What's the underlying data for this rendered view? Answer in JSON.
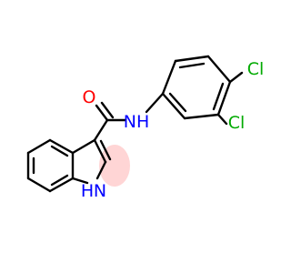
{
  "molecule": {
    "atom_labels": {
      "oxygen": "O",
      "amide_nh": "NH",
      "cl_top": "Cl",
      "cl_bottom": "Cl",
      "indole_h": "H",
      "indole_n": "N"
    },
    "colors": {
      "bond": "#000000",
      "oxygen": "#ff0000",
      "nitrogen": "#0000ff",
      "chlorine": "#00aa00",
      "highlight": "#ffb3b3"
    }
  }
}
